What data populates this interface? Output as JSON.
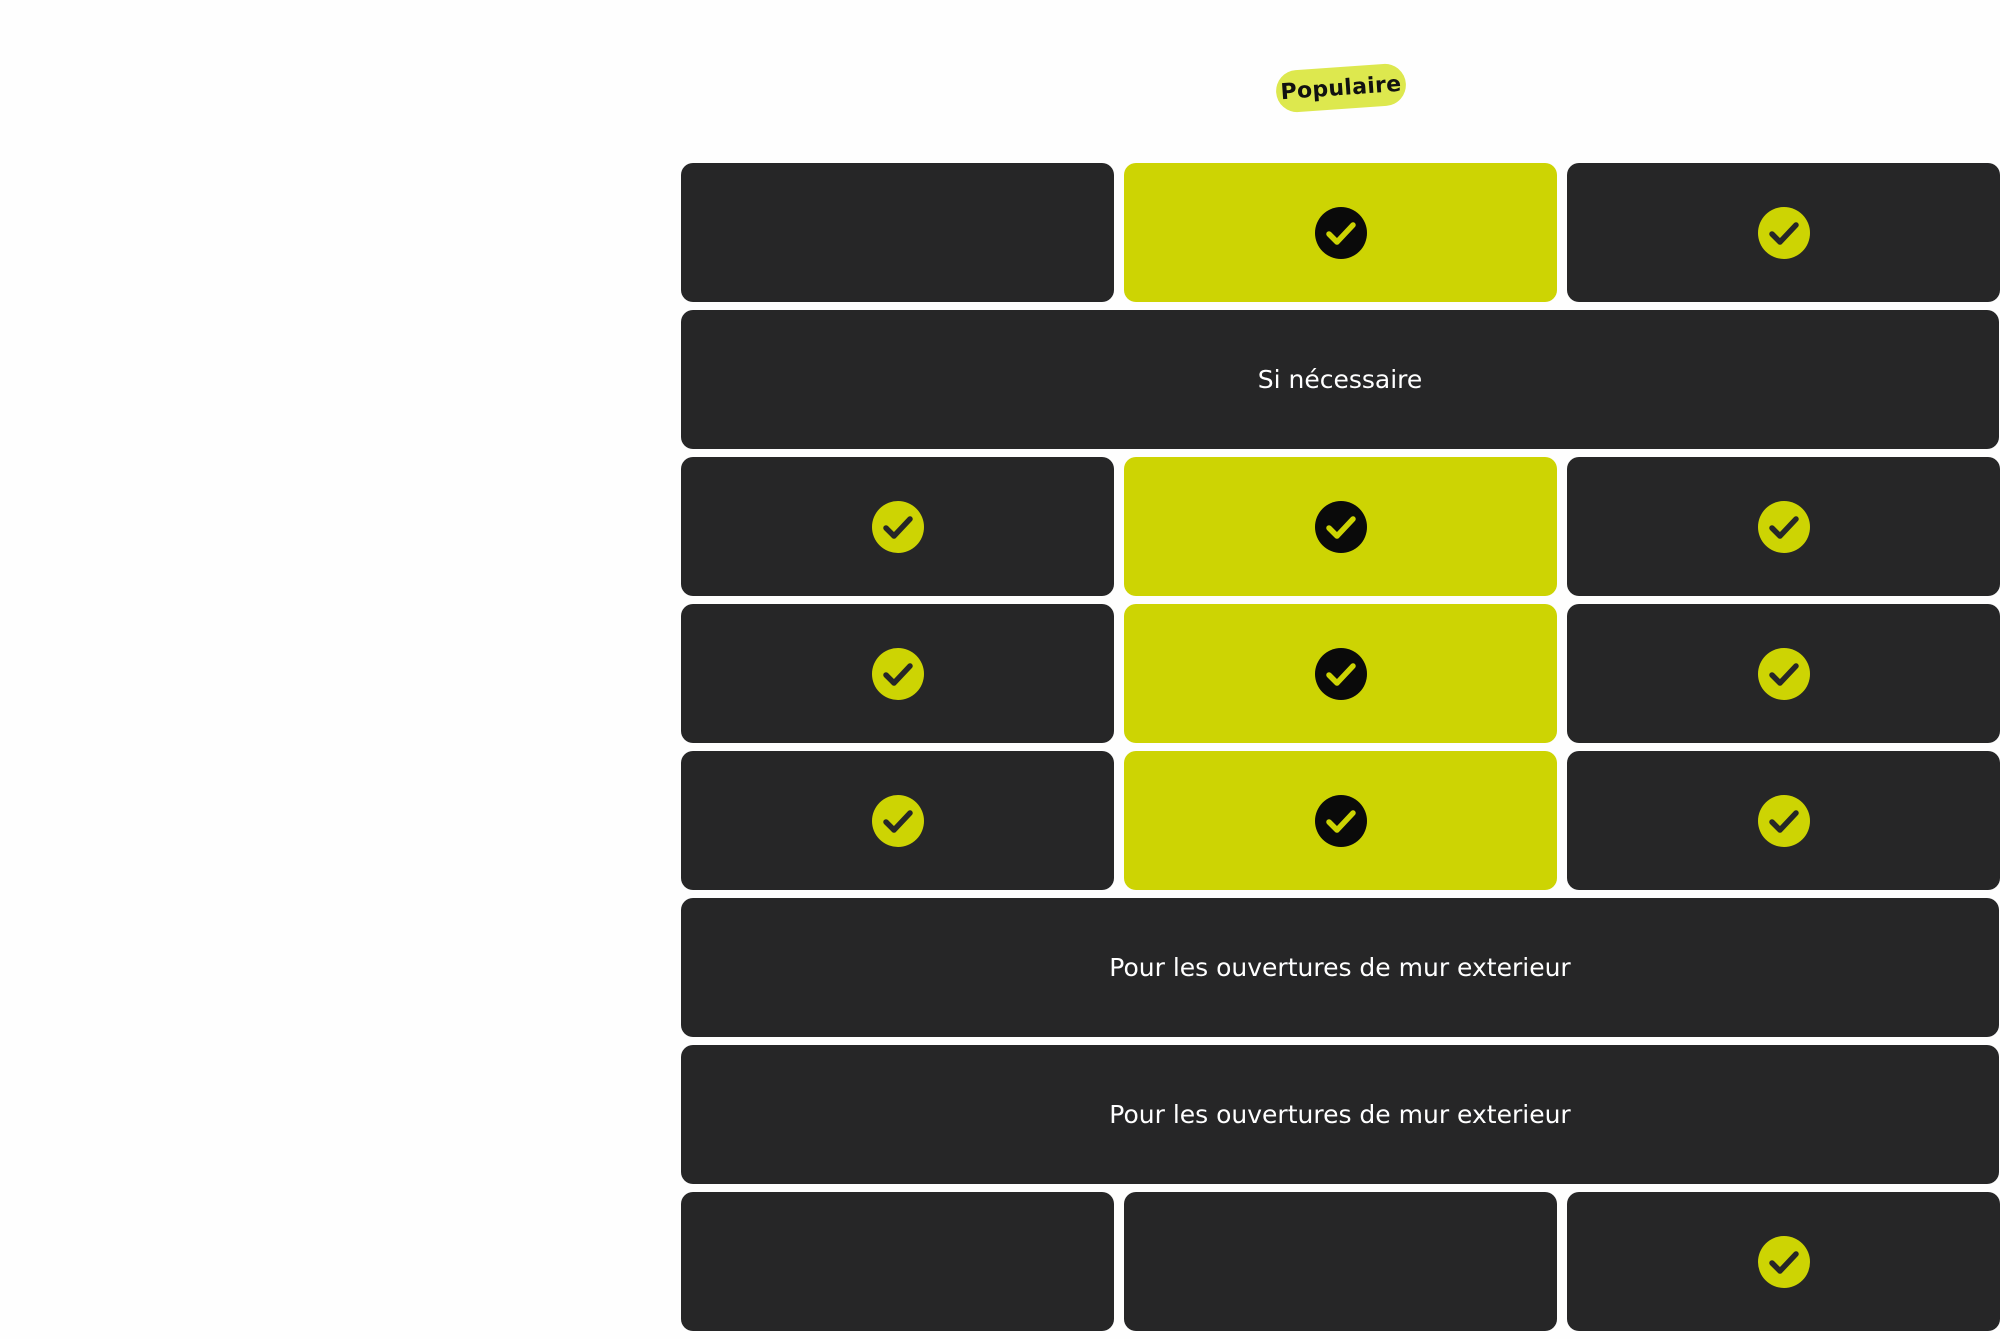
{
  "badge": {
    "label": "Populaire"
  },
  "colors": {
    "accent": "#cdd403",
    "dark_cell": "#262627",
    "badge_bg": "#dde84e",
    "check_on_dark": "#cdd403",
    "check_on_accent": "#0a0a0a"
  },
  "rows": [
    {
      "type": "cells",
      "cells": [
        "",
        "check-icon",
        "check-icon"
      ]
    },
    {
      "type": "span",
      "text": "Si nécessaire"
    },
    {
      "type": "cells",
      "cells": [
        "check-icon",
        "check-icon",
        "check-icon"
      ]
    },
    {
      "type": "cells",
      "cells": [
        "check-icon",
        "check-icon",
        "check-icon"
      ]
    },
    {
      "type": "cells",
      "cells": [
        "check-icon",
        "check-icon",
        "check-icon"
      ]
    },
    {
      "type": "span",
      "text": "Pour les ouvertures de mur exterieur"
    },
    {
      "type": "span",
      "text": "Pour les ouvertures de mur exterieur"
    },
    {
      "type": "cells",
      "cells": [
        "",
        "",
        "check-icon"
      ]
    }
  ]
}
